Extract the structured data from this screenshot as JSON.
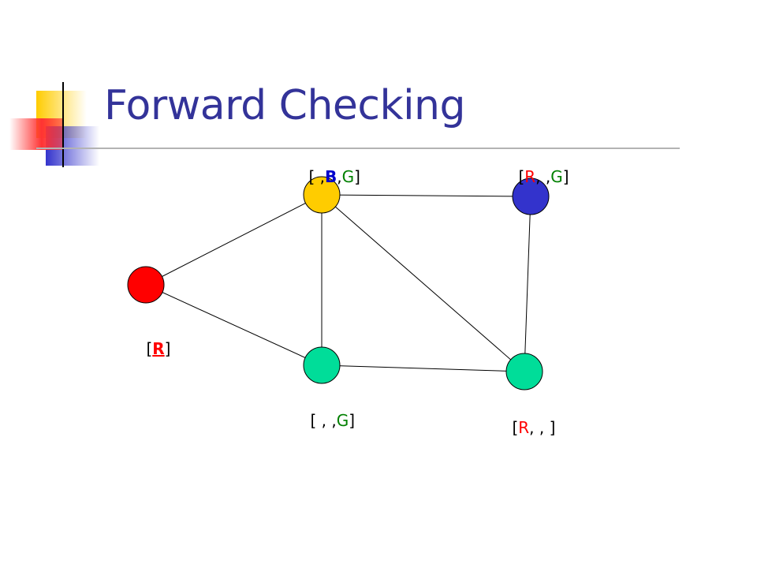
{
  "slide": {
    "title": "Forward Checking"
  },
  "colors": {
    "title": "#333399",
    "red": "#ff0000",
    "blue": "#3333cc",
    "yellow": "#ffcc00",
    "teal": "#00dd99",
    "label_red": "#ff0000",
    "label_green": "#008000",
    "label_blue": "#0000cc"
  },
  "nodes": [
    {
      "id": "A",
      "fill": "#ff0000",
      "domain": {
        "open": "[",
        "r": "R",
        "close": "]"
      }
    },
    {
      "id": "B",
      "fill": "#ffcc00",
      "domain": {
        "open": "[",
        "s1": " ,",
        "b": "B",
        "s2": ",",
        "g": "G",
        "close": "]"
      }
    },
    {
      "id": "C",
      "fill": "#3333cc",
      "domain": {
        "open": "[",
        "r": "R",
        "s1": ", ,",
        "g": "G",
        "close": "]"
      }
    },
    {
      "id": "D",
      "fill": "#00dd99",
      "domain": {
        "open": "[",
        "s1": " , ,",
        "g": "G",
        "close": "]"
      }
    },
    {
      "id": "E",
      "fill": "#00dd99",
      "domain": {
        "open": "[",
        "r": "R",
        "s1": ", , ",
        "close": "]"
      }
    }
  ],
  "edges": [
    [
      "A",
      "B"
    ],
    [
      "A",
      "D"
    ],
    [
      "B",
      "C"
    ],
    [
      "B",
      "D"
    ],
    [
      "B",
      "E"
    ],
    [
      "C",
      "E"
    ],
    [
      "D",
      "E"
    ]
  ]
}
